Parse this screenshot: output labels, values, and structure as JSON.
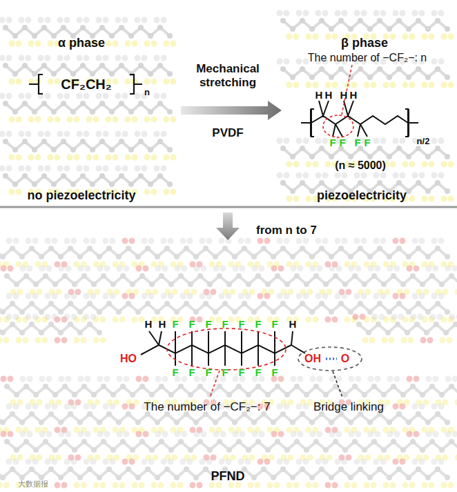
{
  "diagram": {
    "labels": [
      "α phase",
      "CF₂CH₂",
      "n",
      "no piezoelectricity",
      "Mechanical stretching",
      "PVDF",
      "β phase",
      "The number of −CF₂−: n",
      "H",
      "H",
      "H",
      "H",
      "F",
      "F",
      "F",
      "F",
      "n/2",
      "(n ≈ 5000)",
      "piezoelectricity",
      "from n to 7",
      "H",
      "H",
      "F",
      "F",
      "F",
      "F",
      "F",
      "F",
      "F",
      "H",
      "HO",
      "OH",
      "O",
      "F",
      "F",
      "F",
      "F",
      "F",
      "F",
      "F",
      "The number of −CF₂−: 7",
      "Bridge linking",
      "PFND",
      "大数据报"
    ]
  }
}
